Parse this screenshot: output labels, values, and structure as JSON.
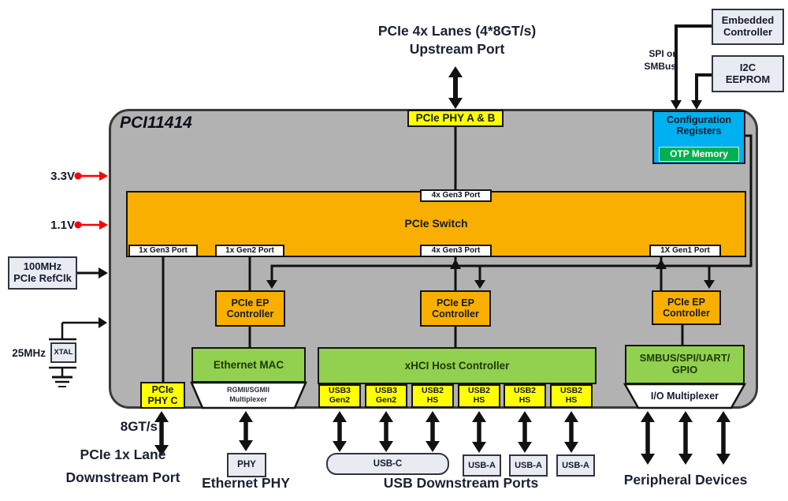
{
  "title": "PCI11414",
  "palette": {
    "chip_gray": "#b2b2b2",
    "orange": "#f9af00",
    "yellow": "#ffff00",
    "green": "#92d050",
    "otp_green": "#00b050",
    "config_blue": "#00b0f0",
    "external_box": "#e9ebf3",
    "line_black": "#111111",
    "power_red": "#ff0000"
  },
  "top": {
    "upstream_line1": "PCIe 4x Lanes (4*8GT/s)",
    "upstream_line2": "Upstream Port",
    "embedded_controller_line1": "Embedded",
    "embedded_controller_line2": "Controller",
    "eeprom_line1": "I2C",
    "eeprom_line2": "EEPROM",
    "spi_line1": "SPI or",
    "spi_line2": "SMBus"
  },
  "chip": {
    "name": "PCI11414",
    "phy_ab": "PCIe PHY A & B",
    "config_line1": "Configuration",
    "config_line2": "Registers",
    "otp": "OTP Memory",
    "switch_label": "PCIe Switch",
    "port_top": "4x Gen3 Port",
    "ports_bottom": [
      "1x Gen3 Port",
      "1x Gen2 Port",
      "4x Gen3 Port",
      "1X Gen1 Port"
    ],
    "ep": {
      "line1": "PCIe EP",
      "line2": "Controller"
    },
    "ethernet_mac": "Ethernet MAC",
    "xhci": "xHCI Host Controller",
    "smbus_line1": "SMBUS/SPI/UART/",
    "smbus_line2": "GPIO",
    "rgmii_line1": "RGMII/SGMII",
    "rgmii_line2": "Multiplexer",
    "io_mux": "I/O Multiplexer",
    "phy_c_line1": "PCIe",
    "phy_c_line2": "PHY C",
    "usb_ports": [
      {
        "line1": "USB3",
        "line2": "Gen2"
      },
      {
        "line1": "USB3",
        "line2": "Gen2"
      },
      {
        "line1": "USB2",
        "line2": "HS"
      },
      {
        "line1": "USB2",
        "line2": "HS"
      },
      {
        "line1": "USB2",
        "line2": "HS"
      },
      {
        "line1": "USB2",
        "line2": "HS"
      }
    ]
  },
  "left": {
    "rail_33": "3.3V",
    "rail_11": "1.1V",
    "refclk_line1": "100MHz",
    "refclk_line2": "PCIe RefClk",
    "xtal_freq": "25MHz",
    "xtal": "XTAL"
  },
  "bottom": {
    "speed": "8GT/s",
    "downstream_line1": "PCIe 1x Lane",
    "downstream_line2": "Downstream Port",
    "phy": "PHY",
    "ethernet_phy": "Ethernet PHY",
    "usb_c": "USB-C",
    "usb_a": [
      "USB-A",
      "USB-A",
      "USB-A"
    ],
    "usb_label": "USB Downstream Ports",
    "peripheral_label": "Peripheral Devices"
  }
}
